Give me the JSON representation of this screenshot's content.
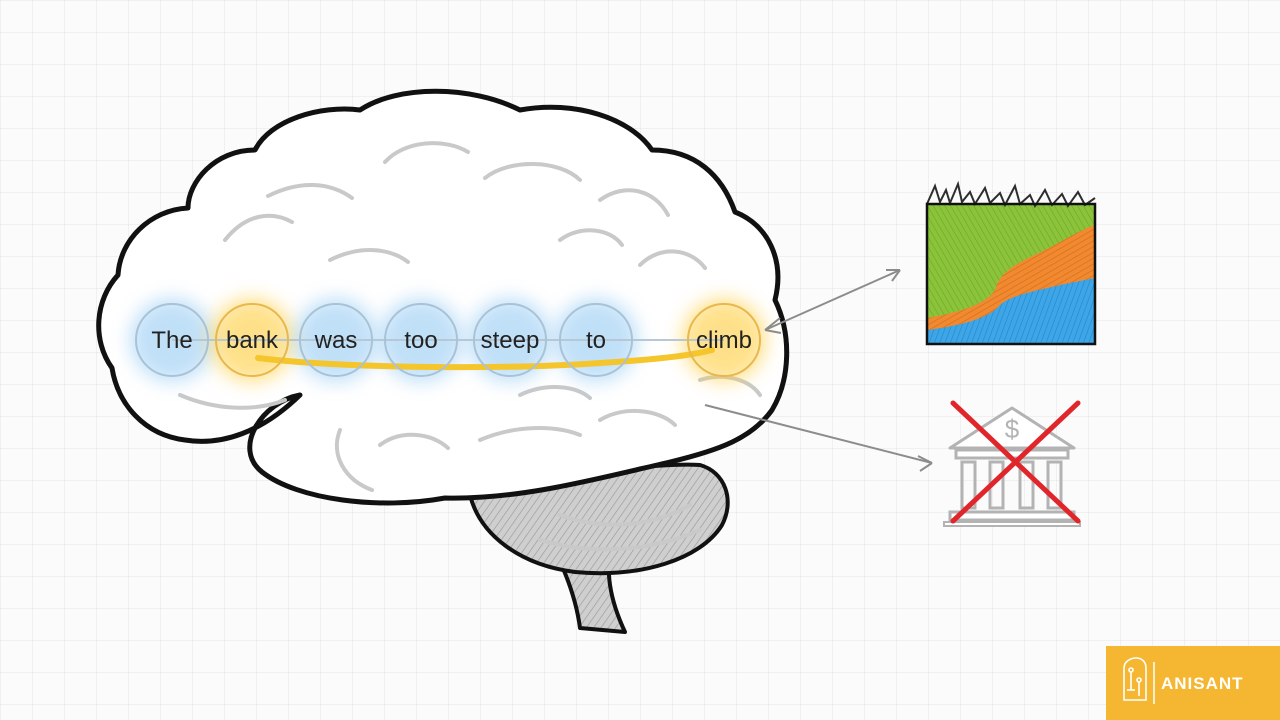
{
  "tokens": [
    {
      "word": "The",
      "highlight": false
    },
    {
      "word": "bank",
      "highlight": true
    },
    {
      "word": "was",
      "highlight": false
    },
    {
      "word": "too",
      "highlight": false
    },
    {
      "word": "steep",
      "highlight": false
    },
    {
      "word": "to",
      "highlight": false
    },
    {
      "word": "climb",
      "highlight": true
    }
  ],
  "bank_icon": {
    "symbol": "$"
  },
  "brand": {
    "name": "ANISANT",
    "color": "#f5b731"
  },
  "colors": {
    "highlight": "#f5c52c",
    "glow_blue": "#8ec7f3",
    "cross": "#e0262b"
  }
}
